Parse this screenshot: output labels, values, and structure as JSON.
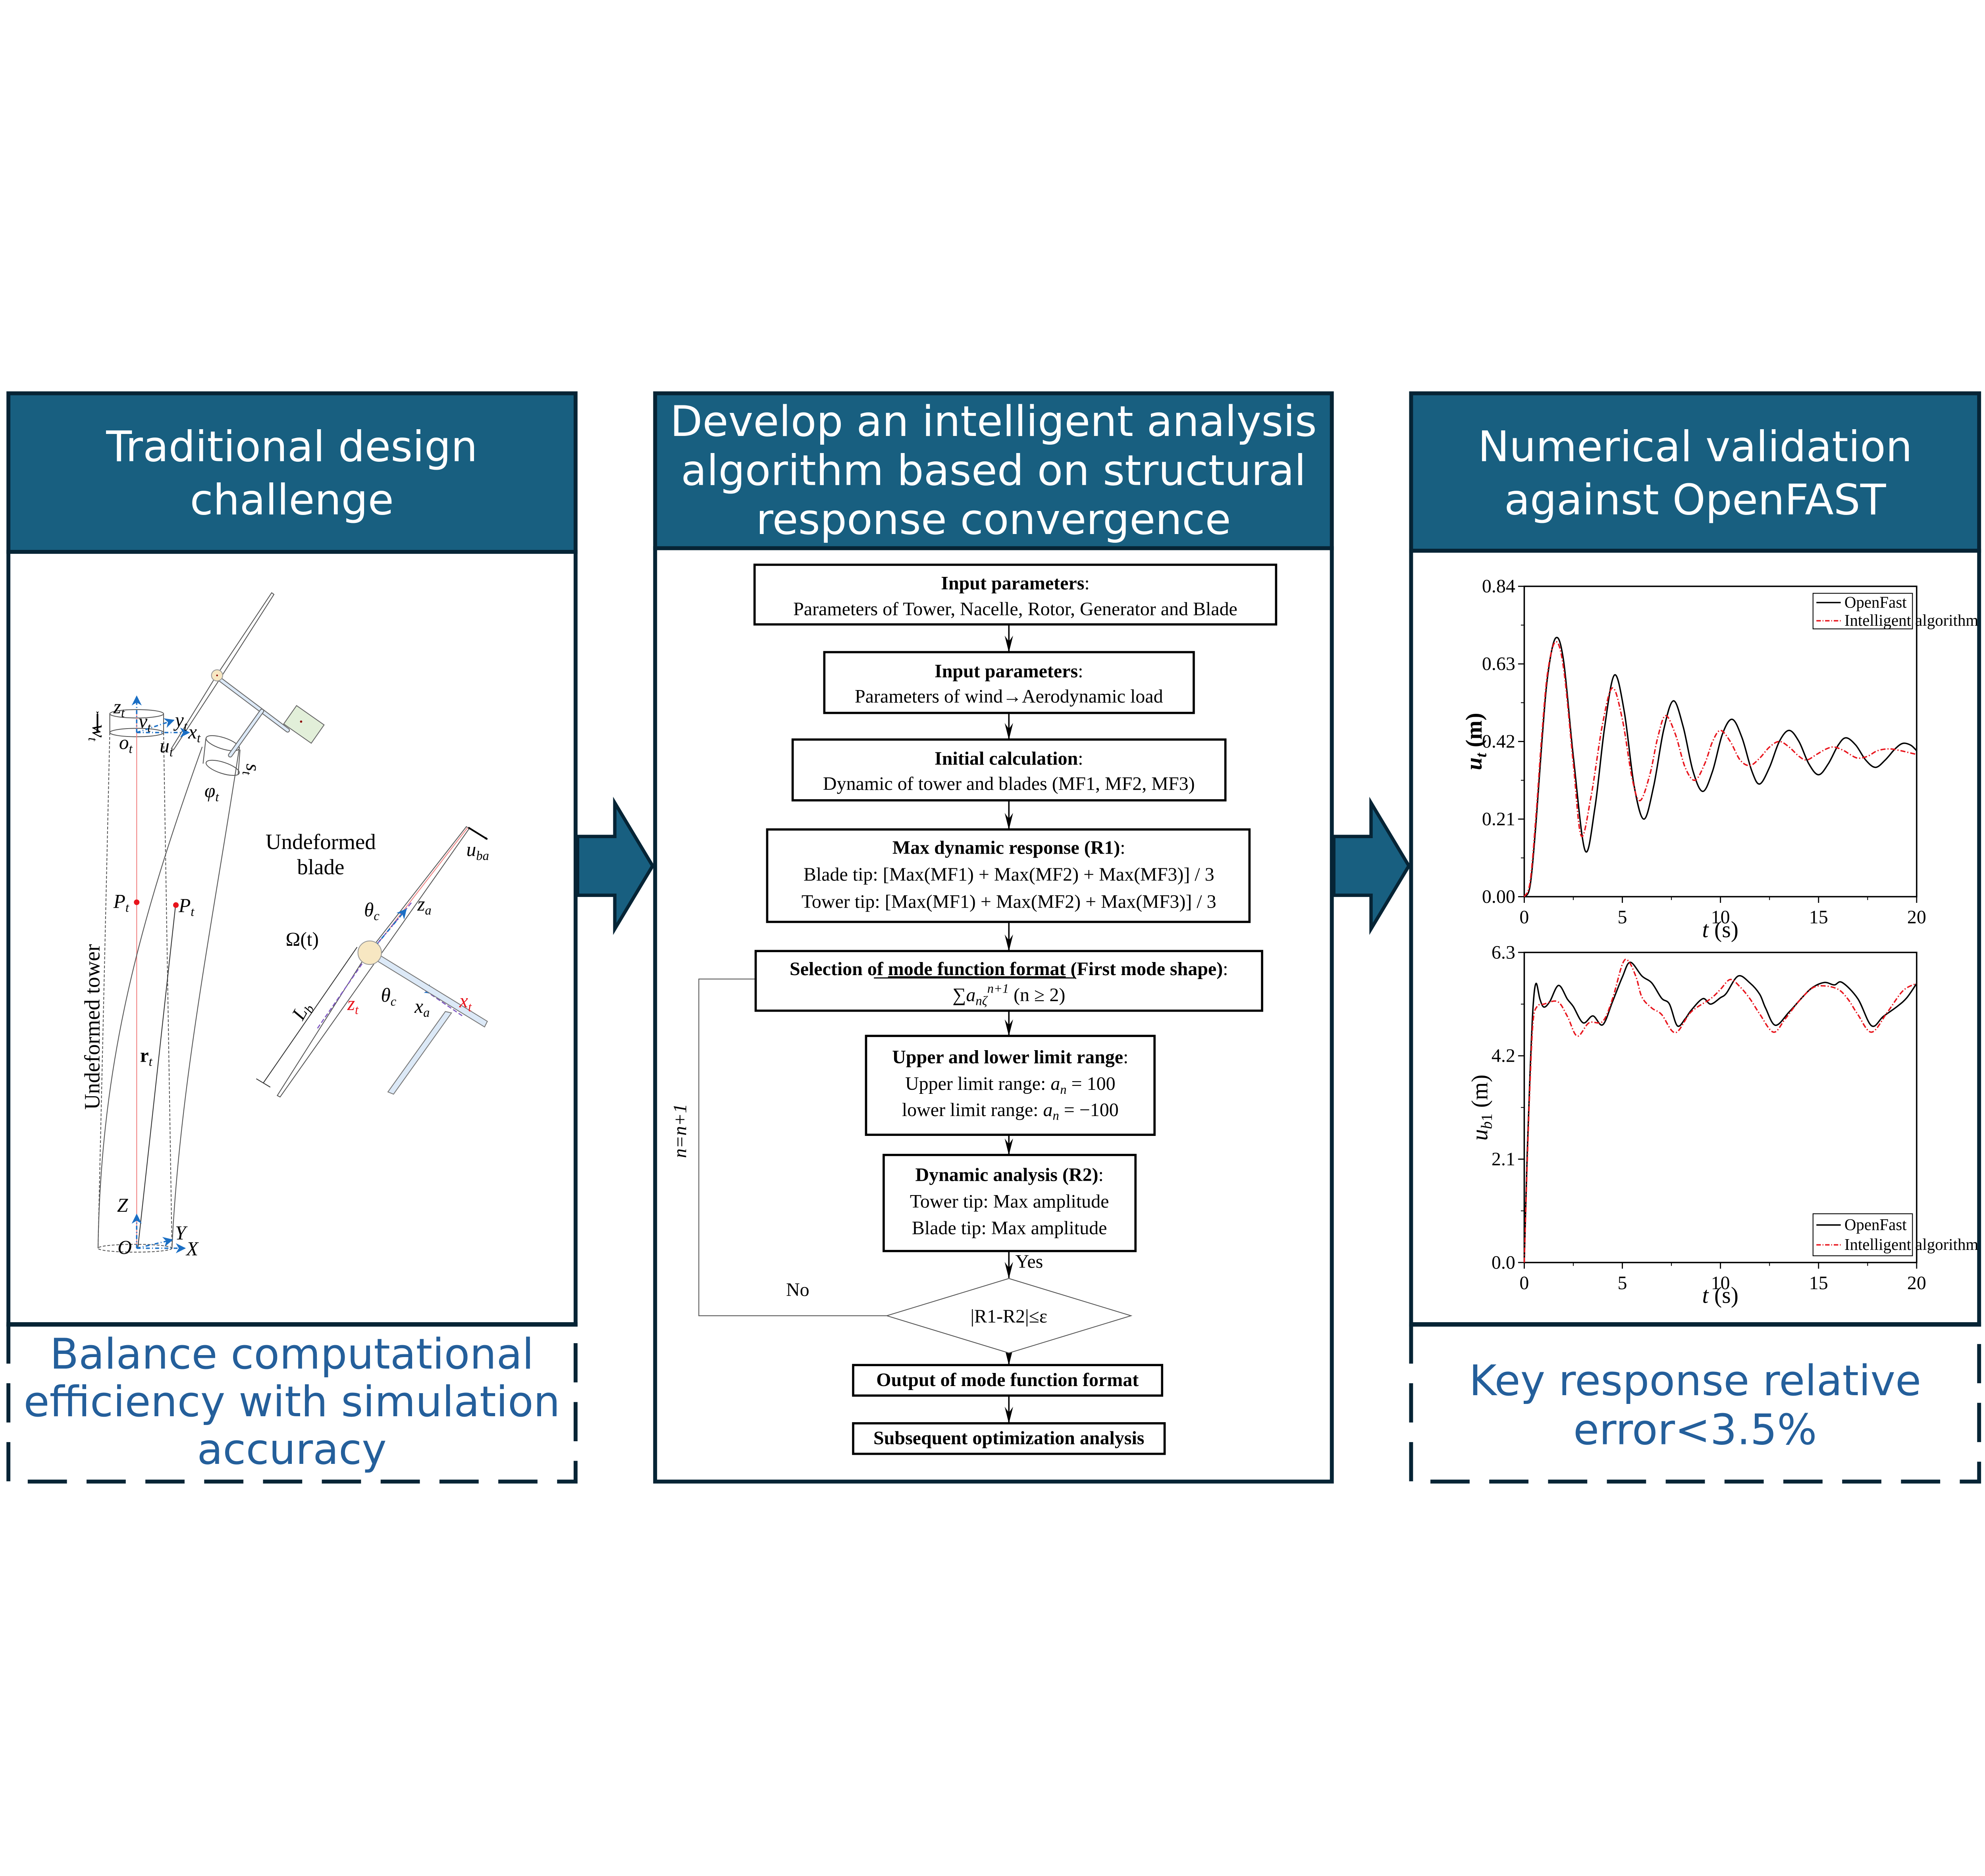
{
  "colors": {
    "header_fill": "#185f80",
    "border_dark": "#062435",
    "footer_text": "#245f9b",
    "openfast_line": "#000000",
    "intelligent_line": "#e8141c",
    "hub_fill": "#f7e7c2",
    "generator_fill": "#e2efd9",
    "shaft_fill": "#dce9f7",
    "axis_blue": "#1b6fc4",
    "red_marker": "#e8141c"
  },
  "panels": {
    "left": {
      "header_lines": [
        "Traditional design",
        "challenge"
      ],
      "footer_lines": [
        "Balance computational",
        "efficiency with simulation",
        "accuracy"
      ],
      "diagram": {
        "tower_label": "Undeformed tower",
        "blade_label_lines": [
          "Undeformed",
          "blade"
        ],
        "labels": {
          "zt": "z",
          "zt_sub": "t",
          "wt": "w",
          "wt_sub": "t",
          "vt": "v",
          "vt_sub": "t",
          "yt": "y",
          "yt_sub": "t",
          "ot": "o",
          "ot_sub": "t",
          "ut": "u",
          "ut_sub": "t",
          "xt": "x",
          "xt_sub": "t",
          "phit": "φ",
          "phit_sub": "t",
          "st": "s",
          "st_sub": "t",
          "pt1": "P",
          "pt1_sub": "t",
          "pt2": "P",
          "pt2_sub": "t",
          "rt": "r",
          "rt_sub": "t",
          "Z": "Z",
          "Y": "Y",
          "X": "X",
          "O": "O",
          "uba": "u",
          "uba_sub": "ba",
          "za": "z",
          "za_sub": "a",
          "theta_c1": "θ",
          "theta_c1_sub": "c",
          "theta_c2": "θ",
          "theta_c2_sub": "c",
          "omega": "Ω(t)",
          "lb": "L",
          "lb_sub": "b",
          "zt_red": "z",
          "zt_red_sub": "t",
          "xa": "x",
          "xa_sub": "a",
          "xt_red": "x",
          "xt_red_sub": "t"
        }
      }
    },
    "middle": {
      "header_lines": [
        "Develop an intelligent analysis",
        "algorithm based on structural",
        "response convergence"
      ],
      "flowchart": {
        "box1": {
          "title": "Input parameters",
          "colon": ":",
          "lines": [
            "Parameters of Tower, Nacelle, Rotor, Generator and Blade"
          ]
        },
        "box2": {
          "title": "Input parameters",
          "colon": ":",
          "lines": [
            "Parameters of wind→Aerodynamic load"
          ]
        },
        "box3": {
          "title": "Initial calculation",
          "colon": ":",
          "lines": [
            "Dynamic of tower and blades (MF1, MF2, MF3)"
          ]
        },
        "box4": {
          "title": "Max dynamic response (R1)",
          "colon": ":",
          "lines": [
            "Blade tip: [Max(MF1) + Max(MF2) + Max(MF3)] / 3",
            "Tower tip: [Max(MF1) + Max(MF2) + Max(MF3)] / 3"
          ]
        },
        "box5": {
          "title_pre": "Selection of ",
          "title_underlined": "mode function format",
          "title_post": " (First mode shape)",
          "colon": ":",
          "formula_sum": "∑a",
          "formula_sub": "nζ",
          "formula_sup": "n+1",
          "formula_tail": " (n ≥ 2)"
        },
        "box6": {
          "title": "Upper and lower limit range",
          "colon": ":",
          "line1_pre": "Upper limit range: ",
          "line1_var": "a",
          "line1_sub": "n",
          "line1_post": " = 100",
          "line2_pre": "lower limit range: ",
          "line2_var": "a",
          "line2_sub": "n",
          "line2_post": " = −100"
        },
        "box7": {
          "title": "Dynamic analysis (R2)",
          "colon": ":",
          "lines": [
            "Tower tip: Max amplitude",
            "Blade tip: Max amplitude"
          ]
        },
        "yes_label": "Yes",
        "no_label": "No",
        "decision": "|R1-R2|≤ε",
        "loop_label": "n=n+1",
        "box8": {
          "title": "Output of mode function format"
        },
        "box9": {
          "title": "Subsequent optimization analysis"
        }
      }
    },
    "right": {
      "header_lines": [
        "Numerical validation",
        "against OpenFAST"
      ],
      "footer_lines": [
        "Key response relative",
        "error<3.5%"
      ]
    }
  },
  "chart_data": [
    {
      "type": "line",
      "title": "",
      "xlabel": "t (s)",
      "ylabel": "u_t (m)",
      "xlim": [
        0,
        20
      ],
      "ylim": [
        0,
        0.84
      ],
      "xticks": [
        0,
        5,
        10,
        15,
        20
      ],
      "yticks": [
        0.0,
        0.21,
        0.42,
        0.63,
        0.84
      ],
      "ytick_labels": [
        "0.00",
        "0.21",
        "0.42",
        "0.63",
        "0.84"
      ],
      "legend_position": "top-right",
      "grid": false,
      "series": [
        {
          "name": "OpenFast",
          "style": "solid",
          "x": [
            0,
            0.3,
            0.6,
            0.9,
            1.2,
            1.6,
            2.0,
            2.5,
            3.1,
            3.6,
            4.1,
            4.6,
            5.1,
            5.6,
            6.1,
            6.6,
            7.1,
            7.6,
            8.1,
            8.6,
            9.1,
            9.6,
            10.1,
            10.6,
            11.1,
            11.6,
            12.0,
            12.5,
            13.0,
            13.5,
            14.0,
            14.5,
            15.0,
            15.5,
            16.0,
            16.4,
            16.9,
            17.4,
            17.9,
            18.4,
            18.9,
            19.3,
            19.7,
            20.0
          ],
          "y": [
            0.0,
            0.03,
            0.2,
            0.42,
            0.6,
            0.7,
            0.64,
            0.38,
            0.125,
            0.24,
            0.46,
            0.6,
            0.5,
            0.3,
            0.21,
            0.3,
            0.45,
            0.53,
            0.46,
            0.34,
            0.285,
            0.34,
            0.44,
            0.48,
            0.43,
            0.34,
            0.305,
            0.35,
            0.42,
            0.45,
            0.42,
            0.36,
            0.33,
            0.36,
            0.41,
            0.43,
            0.41,
            0.37,
            0.35,
            0.37,
            0.4,
            0.415,
            0.41,
            0.395
          ]
        },
        {
          "name": "Intelligent algorithm",
          "style": "dash-dot",
          "x": [
            0,
            0.3,
            0.6,
            0.9,
            1.2,
            1.6,
            2.0,
            2.5,
            2.9,
            3.4,
            4.0,
            4.5,
            5.0,
            5.5,
            5.9,
            6.4,
            6.8,
            7.2,
            7.7,
            8.2,
            8.7,
            9.2,
            9.6,
            10.0,
            10.5,
            11.0,
            11.5,
            12.0,
            12.5,
            13.0,
            13.5,
            14.0,
            14.4,
            14.9,
            15.4,
            15.8,
            16.3,
            16.6,
            17.0,
            17.5,
            18.0,
            18.6,
            19.2,
            19.6,
            20.0
          ],
          "y": [
            0.0,
            0.04,
            0.22,
            0.44,
            0.61,
            0.69,
            0.62,
            0.36,
            0.165,
            0.27,
            0.47,
            0.565,
            0.48,
            0.32,
            0.26,
            0.33,
            0.43,
            0.49,
            0.44,
            0.35,
            0.315,
            0.36,
            0.42,
            0.45,
            0.42,
            0.37,
            0.355,
            0.375,
            0.405,
            0.42,
            0.405,
            0.38,
            0.37,
            0.385,
            0.4,
            0.405,
            0.395,
            0.385,
            0.375,
            0.38,
            0.395,
            0.4,
            0.395,
            0.39,
            0.385
          ]
        }
      ]
    },
    {
      "type": "line",
      "title": "",
      "xlabel": "t (s)",
      "ylabel": "u_b1 (m)",
      "xlim": [
        0,
        20
      ],
      "ylim": [
        0,
        6.3
      ],
      "xticks": [
        0,
        5,
        10,
        15,
        20
      ],
      "yticks": [
        0.0,
        2.1,
        4.2,
        6.3
      ],
      "ytick_labels": [
        "0.0",
        "2.1",
        "4.2",
        "6.3"
      ],
      "legend_position": "bottom-right",
      "grid": false,
      "series": [
        {
          "name": "OpenFast",
          "style": "solid",
          "x": [
            0,
            0.15,
            0.3,
            0.45,
            0.6,
            0.8,
            1.0,
            1.3,
            1.75,
            2.2,
            2.5,
            3.0,
            3.5,
            4.0,
            4.5,
            5.0,
            5.4,
            6.0,
            6.5,
            7.0,
            7.4,
            7.8,
            8.2,
            8.5,
            9.1,
            9.5,
            10.0,
            10.3,
            10.9,
            11.5,
            12.0,
            12.3,
            12.8,
            13.5,
            14.2,
            14.7,
            15.3,
            15.8,
            16.2,
            17.0,
            17.7,
            18.3,
            19.0,
            19.5,
            20.0
          ],
          "y": [
            0.0,
            2.2,
            3.9,
            5.2,
            5.67,
            5.35,
            5.19,
            5.3,
            5.63,
            5.35,
            5.2,
            4.87,
            5.01,
            4.83,
            5.3,
            5.8,
            6.1,
            5.82,
            5.68,
            5.37,
            5.25,
            4.81,
            4.95,
            5.12,
            5.36,
            5.25,
            5.38,
            5.47,
            5.82,
            5.68,
            5.45,
            5.17,
            4.82,
            5.09,
            5.4,
            5.59,
            5.69,
            5.64,
            5.69,
            5.36,
            4.81,
            5.0,
            5.2,
            5.38,
            5.67
          ]
        },
        {
          "name": "Intelligent algorithm",
          "style": "dash-dot",
          "x": [
            0,
            0.15,
            0.3,
            0.45,
            0.65,
            1.0,
            1.7,
            2.2,
            2.7,
            3.3,
            4.0,
            4.5,
            5.0,
            5.3,
            5.7,
            6.0,
            6.5,
            7.0,
            7.7,
            8.5,
            9.5,
            10.0,
            10.5,
            11.0,
            11.5,
            12.0,
            12.7,
            13.3,
            14.0,
            14.7,
            15.3,
            16.0,
            16.5,
            17.0,
            17.7,
            18.5,
            19.3,
            20.0
          ],
          "y": [
            0.0,
            2.0,
            3.7,
            4.9,
            5.2,
            5.25,
            5.3,
            5.0,
            4.6,
            4.87,
            4.9,
            5.36,
            6.06,
            6.13,
            5.8,
            5.39,
            5.17,
            5.04,
            4.67,
            5.09,
            5.36,
            5.55,
            5.75,
            5.6,
            5.36,
            5.05,
            4.68,
            4.95,
            5.31,
            5.58,
            5.62,
            5.55,
            5.35,
            5.04,
            4.68,
            5.08,
            5.52,
            5.67
          ]
        }
      ]
    }
  ]
}
